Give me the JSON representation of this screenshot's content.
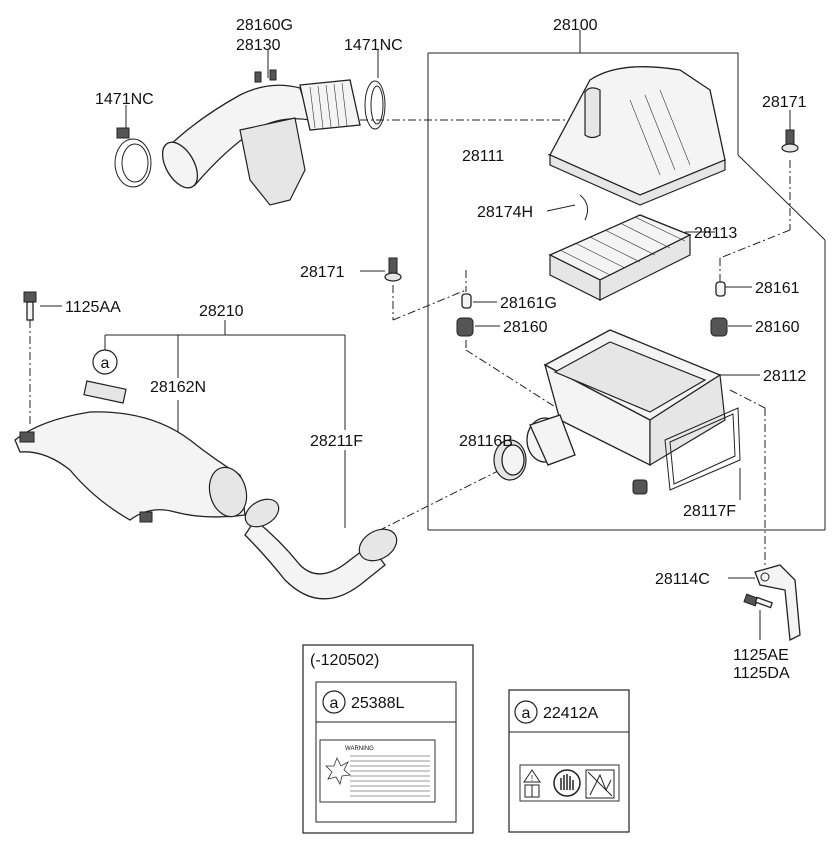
{
  "labels": {
    "p28160G": "28160G",
    "p28130": "28130",
    "p1471NC_top": "1471NC",
    "p1471NC_left": "1471NC",
    "p28100": "28100",
    "p28171_right": "28171",
    "p28111": "28111",
    "p28174H": "28174H",
    "p28113": "28113",
    "p28171_left": "28171",
    "p28161": "28161",
    "p28161G": "28161G",
    "p1125AA": "1125AA",
    "p28210": "28210",
    "p28160_left": "28160",
    "p28160_right": "28160",
    "p28162N": "28162N",
    "p28112": "28112",
    "p28116B": "28116B",
    "p28211F": "28211F",
    "p28117F": "28117F",
    "p28114C": "28114C",
    "p1125AE": "1125AE",
    "p1125DA": "1125DA"
  },
  "callout_letter": "a",
  "label_box_1": {
    "range": "(-120502)",
    "letter": "a",
    "part": "25388L",
    "warning": "WARNING"
  },
  "label_box_2": {
    "letter": "a",
    "part": "22412A"
  }
}
